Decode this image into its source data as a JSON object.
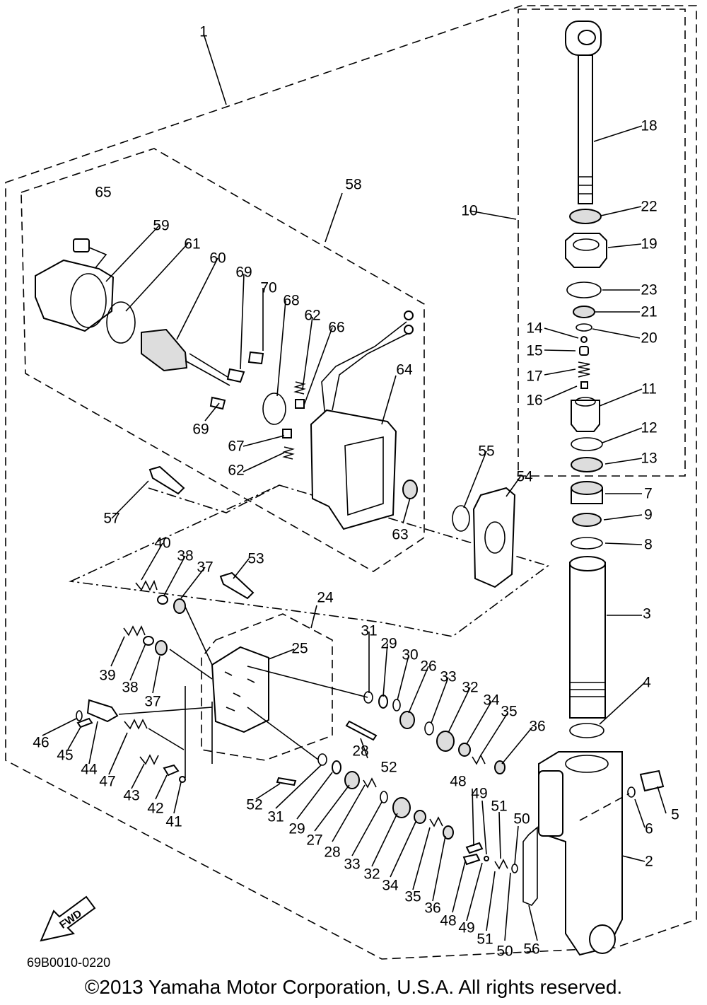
{
  "diagram": {
    "part_labels": [
      "1",
      "2",
      "3",
      "4",
      "5",
      "6",
      "7",
      "8",
      "9",
      "10",
      "11",
      "12",
      "13",
      "14",
      "15",
      "16",
      "17",
      "18",
      "19",
      "20",
      "21",
      "22",
      "23",
      "24",
      "25",
      "26",
      "27",
      "28",
      "29",
      "30",
      "31",
      "32",
      "33",
      "34",
      "35",
      "36",
      "37",
      "38",
      "39",
      "40",
      "41",
      "42",
      "43",
      "44",
      "45",
      "46",
      "47",
      "48",
      "49",
      "50",
      "51",
      "52",
      "53",
      "54",
      "55",
      "56",
      "57",
      "58",
      "59",
      "60",
      "61",
      "62",
      "63",
      "64",
      "65",
      "66",
      "67",
      "68",
      "69",
      "70"
    ],
    "drawing_code": "69B0010-0220",
    "copyright": "©2013 Yamaha Motor Corporation, U.S.A. All rights reserved.",
    "fwd_label": "FWD"
  }
}
